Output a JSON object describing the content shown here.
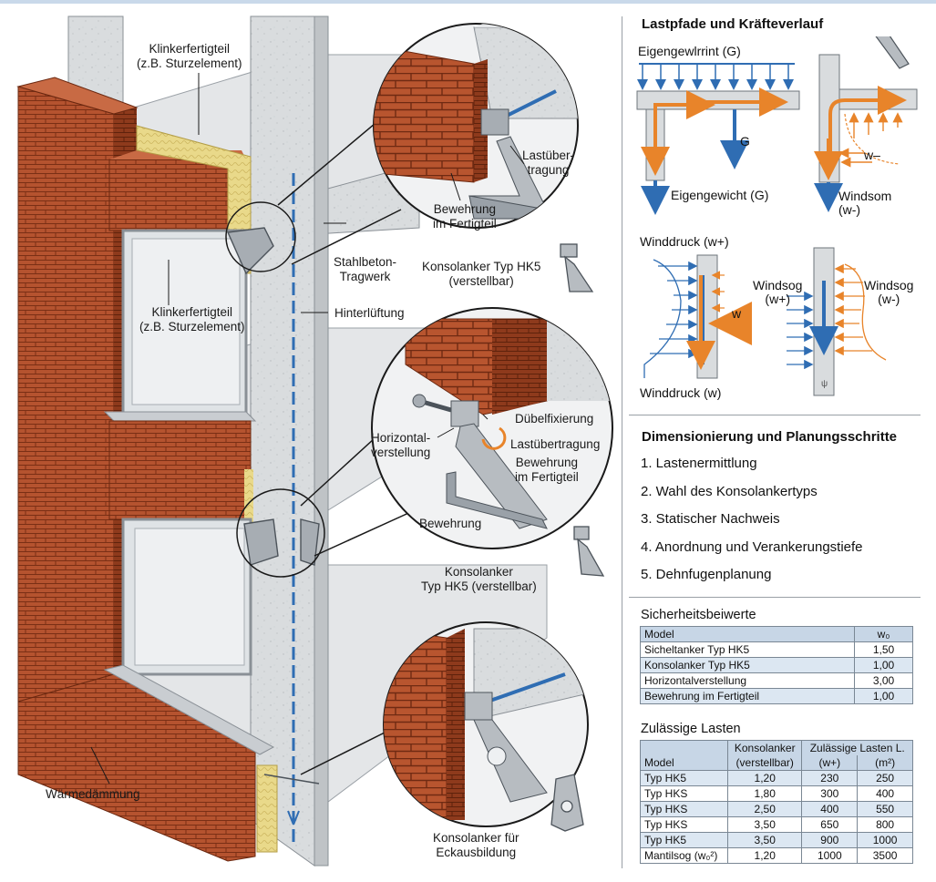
{
  "diagram": {
    "labels": {
      "klinker_top": [
        "Klinkerfertigteil",
        "(z.B. Sturzelement)"
      ],
      "klinker_mid": [
        "Klinkerfertigteil",
        "(z.B. Sturzelement)"
      ],
      "lastuebertragung_top": [
        "Lastüber-",
        "tragung"
      ],
      "bewehrung_top": [
        "Bewehrung",
        "im Fertigteil"
      ],
      "stahlbeton": [
        "Stahlbeton-",
        "Tragwerk"
      ],
      "konsol_hk5_top": [
        "Konsolanker Typ HK5",
        "(verstellbar)"
      ],
      "hinterlueftung": "Hinterlüftung",
      "horizontal": [
        "Horizontal-",
        "verstellung"
      ],
      "duebel": "Dübelfixierung",
      "lastuebertragung_mid": "Lastübertragung",
      "bewehrung_mid": [
        "Bewehrung",
        "im Fertigteil"
      ],
      "bewehrung_low": "Bewehrung",
      "konsol_hk5_mid": [
        "Konsolanker",
        "Typ HK5 (verstellbar)"
      ],
      "waermedaemmung": "Wärmedämmung",
      "konsol_eck": [
        "Konsolanker für",
        "Eckausbildung"
      ]
    }
  },
  "panel": {
    "lastpfade": {
      "title": "Lastpfade und Kräfteverlauf",
      "eigen_top": "Eigengewlrrint (G)",
      "g": "G",
      "eigen_bottom": "Eigengewicht (G)",
      "w_minus": "w–",
      "windsom": [
        "Windsom",
        "(w-)"
      ],
      "winddruck_top": "Winddruck (w+)",
      "w": "w",
      "winddruck_bottom": "Winddruck (w)",
      "windsog_left": [
        "Windsog",
        "(w+)"
      ],
      "windsog_right": [
        "Windsog",
        "(w-)"
      ],
      "psi": "ψ"
    },
    "dimensionierung": {
      "title": "Dimensionierung und Planungsschritte",
      "steps": [
        "1. Lastenermittlung",
        "2. Wahl des Konsolankertyps",
        "3. Statischer Nachweis",
        "4. Anordnung und Verankerungstiefe",
        "5. Dehnfugenplanung"
      ]
    },
    "sicherheit": {
      "title": "Sicherheitsbeiwerte",
      "headers": [
        "Model",
        "w₀"
      ],
      "rows": [
        [
          "Sicheltanker Typ HK5",
          "1,50"
        ],
        [
          "Konsolanker Typ HK5",
          "1,00"
        ],
        [
          "Horizontalverstellung",
          "3,00"
        ],
        [
          "Bewehrung im Fertigteil",
          "1,00"
        ]
      ]
    },
    "lasten": {
      "title": "Zulässige Lasten",
      "header_top": [
        "",
        "Konsolanker",
        "Zulässige Lasten L.",
        ""
      ],
      "header_bottom": [
        "Model",
        "(verstellbar)",
        "(w+)",
        "(m²)"
      ],
      "rows": [
        [
          "Typ HK5",
          "1,20",
          "230",
          "250"
        ],
        [
          "Typ HKS",
          "1,80",
          "300",
          "400"
        ],
        [
          "Typ HKS",
          "2,50",
          "400",
          "550"
        ],
        [
          "Typ HKS",
          "3,50",
          "650",
          "800"
        ],
        [
          "Typ HK5",
          "3,50",
          "900",
          "1000"
        ],
        [
          "Mantilsog (w₀²)",
          "1,20",
          "1000",
          "3500"
        ]
      ]
    }
  },
  "colors": {
    "brick": "#b5532f",
    "brick_dark": "#8e3a1c",
    "concrete": "#d9dcde",
    "insulation": "#e9d98a",
    "steel": "#9aa1a8",
    "blue": "#2f6db3",
    "orange": "#e8842a"
  }
}
